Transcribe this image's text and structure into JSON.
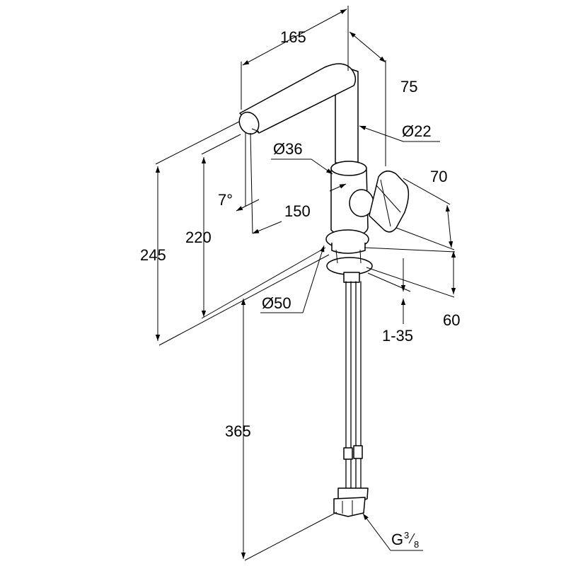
{
  "dimensions": {
    "spout_reach": "165",
    "top_offset": "75",
    "spout_diameter": "Ø22",
    "body_diameter": "Ø36",
    "lever_height": "70",
    "swivel_angle": "7°",
    "spout_length": "150",
    "outlet_height": "220",
    "total_height": "245",
    "base_diameter": "Ø50",
    "base_depth": "60",
    "deck_thickness": "1-35",
    "hose_length": "365",
    "connection_main": "G",
    "connection_frac_num": "3",
    "connection_frac_den": "8"
  }
}
